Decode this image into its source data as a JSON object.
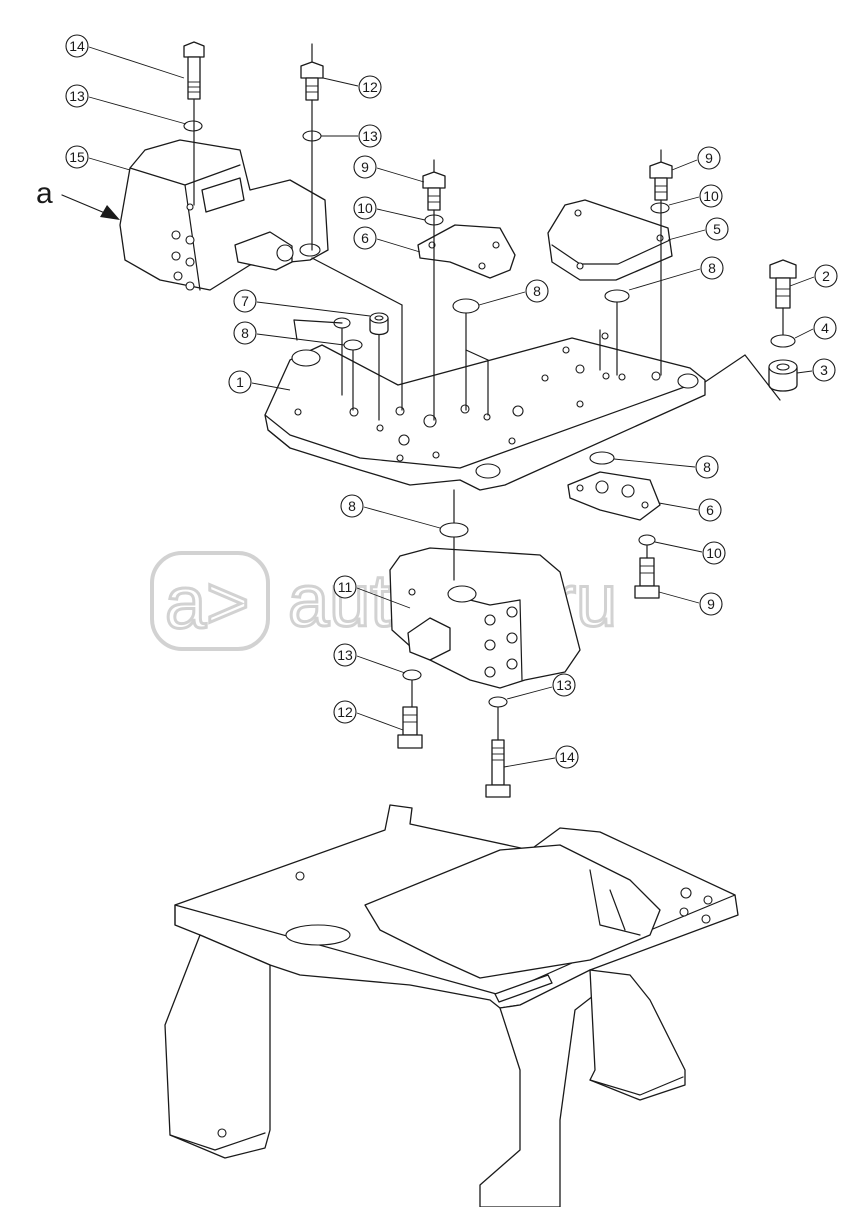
{
  "diagram": {
    "view_label": "a",
    "watermark": "autoiter.ru",
    "watermark_logo": "a>",
    "callouts": [
      "14",
      "13",
      "15",
      "12",
      "13",
      "9",
      "10",
      "6",
      "9",
      "10",
      "5",
      "8",
      "2",
      "4",
      "3",
      "8",
      "7",
      "8",
      "1",
      "8",
      "6",
      "8",
      "10",
      "9",
      "11",
      "13",
      "12",
      "13",
      "14"
    ]
  },
  "colors": {
    "line": "#1a1a1a",
    "background": "#ffffff",
    "watermark": "#d2d2d2"
  }
}
